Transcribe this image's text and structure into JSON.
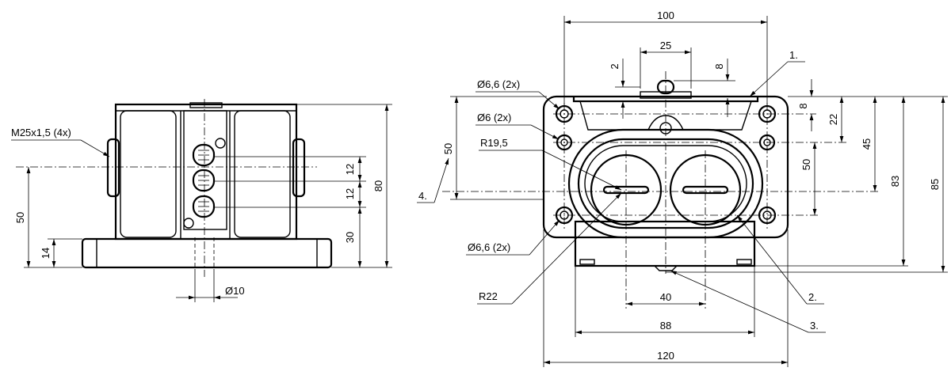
{
  "side_view": {
    "thread_label": "M25x1,5 (4x)",
    "dims": {
      "d12a": "12",
      "d12b": "12",
      "d80": "80",
      "d50": "50",
      "d30": "30",
      "d14": "14",
      "d10": "10"
    }
  },
  "front_view": {
    "labels": {
      "hole66_top": "6,6 (2x)",
      "hole6": "6 (2x)",
      "r195": "R19,5",
      "hole66_bottom": "6,6 (2x)",
      "r22": "R22"
    },
    "callouts": {
      "c1": "1.",
      "c2": "2.",
      "c3": "3.",
      "c4": "4."
    },
    "dims": {
      "d100": "100",
      "d25": "25",
      "d2": "2",
      "d8top": "8",
      "d8": "8",
      "d22": "22",
      "d45": "45",
      "d50r": "50",
      "d83": "83",
      "d85": "85",
      "d50l": "50",
      "d40": "40",
      "d88": "88",
      "d120": "120"
    }
  },
  "symbols": {
    "diameter": "Ø"
  }
}
